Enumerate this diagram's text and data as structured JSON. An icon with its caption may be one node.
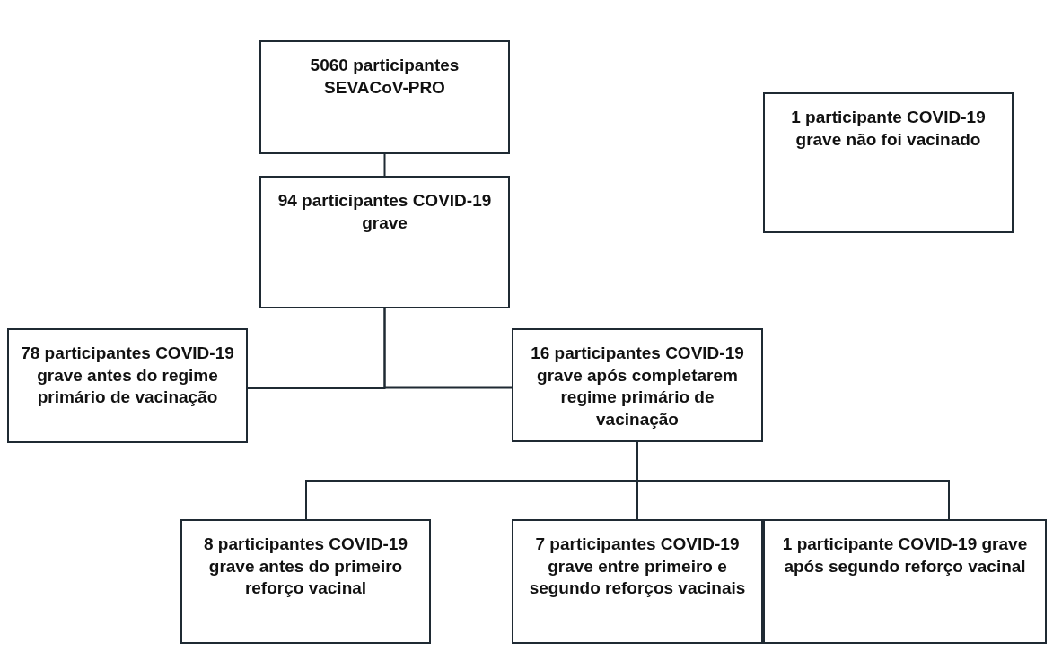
{
  "diagram": {
    "nodes": [
      {
        "text": [
          "5060 participantes SEVACoV-PRO"
        ]
      },
      {
        "text": [
          "94 participantes COVID-19 grave"
        ]
      },
      {
        "text": [
          "78 participantes COVID-19 grave antes do regime primário de vacinação"
        ]
      },
      {
        "text": [
          "16 participantes COVID-19 grave após completarem regime primário de vacinação"
        ]
      },
      {
        "text": [
          "1 participante COVID-19 grave não foi vacinado"
        ]
      },
      {
        "text": [
          "8 participantes COVID-19 grave antes do primeiro reforço vacinal"
        ]
      },
      {
        "text": [
          "7 participantes COVID-19 grave entre primeiro e segundo reforços vacinais"
        ]
      },
      {
        "text": [
          "1 participante COVID-19 grave após segundo reforço vacinal"
        ]
      }
    ],
    "edges": [
      {
        "from": 0,
        "to": 1,
        "arrow": "none"
      },
      {
        "from": 1,
        "to": 2,
        "arrow": "none"
      },
      {
        "from": 1,
        "to": 3,
        "arrow": "none"
      },
      {
        "from": 3,
        "to": 5,
        "arrow": "none"
      },
      {
        "from": 3,
        "to": 6,
        "arrow": "none"
      },
      {
        "from": 3,
        "to": 7,
        "arrow": "none"
      }
    ]
  }
}
